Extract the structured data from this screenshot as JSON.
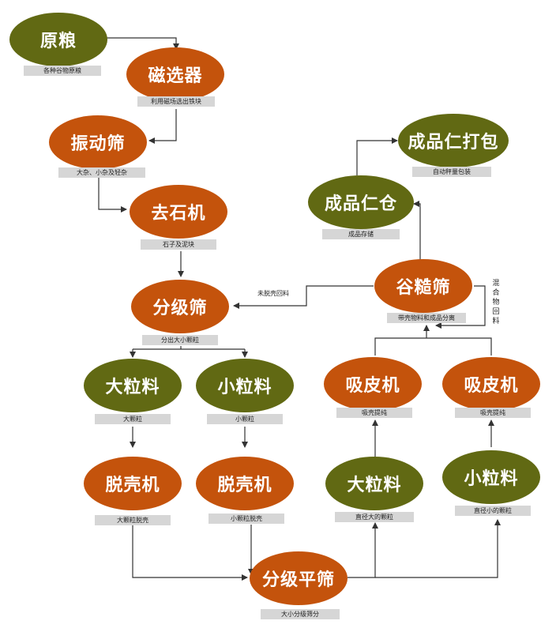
{
  "nodes": {
    "raw_grain": {
      "label": "原粮",
      "caption": "各种谷物原粮",
      "color": "#616913"
    },
    "magnetic_separator": {
      "label": "磁选器",
      "caption": "利用磁场选出铁块",
      "color": "#c4530c"
    },
    "vibrating_screen": {
      "label": "振动筛",
      "caption": "大杂、小杂及轻杂",
      "color": "#c4530c"
    },
    "destoner": {
      "label": "去石机",
      "caption": "石子及泥块",
      "color": "#c4530c"
    },
    "grading_screen": {
      "label": "分级筛",
      "caption": "分出大小颗粒",
      "color": "#c4530c"
    },
    "large_grain": {
      "label": "大粒料",
      "caption": "大颗粒",
      "color": "#616913"
    },
    "small_grain": {
      "label": "小粒料",
      "caption": "小颗粒",
      "color": "#616913"
    },
    "huller_large": {
      "label": "脱壳机",
      "caption": "大颗粒脱壳",
      "color": "#c4530c"
    },
    "huller_small": {
      "label": "脱壳机",
      "caption": "小颗粒脱壳",
      "color": "#c4530c"
    },
    "flat_grading_screen": {
      "label": "分级平筛",
      "caption": "大小分级筛分",
      "color": "#c4530c"
    },
    "large_grain_2": {
      "label": "大粒料",
      "caption": "直径大的颗粒",
      "color": "#616913"
    },
    "small_grain_2": {
      "label": "小粒料",
      "caption": "直径小的颗粒",
      "color": "#616913"
    },
    "aspirator_left": {
      "label": "吸皮机",
      "caption": "吸壳提纯",
      "color": "#c4530c"
    },
    "aspirator_right": {
      "label": "吸皮机",
      "caption": "吸壳提纯",
      "color": "#c4530c"
    },
    "paddy_separator": {
      "label": "谷糙筛",
      "caption": "带壳物料和成品分离",
      "color": "#c4530c"
    },
    "kernel_bin": {
      "label": "成品仁仓",
      "caption": "成品存储",
      "color": "#616913"
    },
    "kernel_packing": {
      "label": "成品仁打包",
      "caption": "自动秤量包装",
      "color": "#616913"
    }
  },
  "flow_labels": {
    "unhulled_return": "未脱壳回料",
    "mixed_return": "混合物回料"
  },
  "colors": {
    "raw_material": "#616913",
    "process": "#c4530c",
    "caption_bg": "#d6d6d6",
    "arrow": "#333333"
  }
}
